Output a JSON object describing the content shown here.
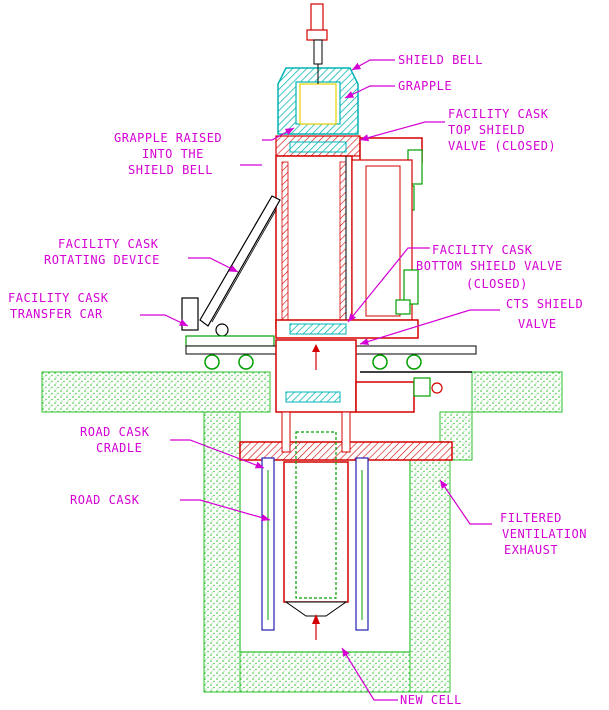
{
  "colors": {
    "label": "#d400d4",
    "structure": "#d40000",
    "green": "#00a000",
    "cyan": "#00b4b4",
    "concrete": "#2ec02e",
    "dark": "#000000",
    "yellow": "#e8d200",
    "blue": "#2020b0"
  },
  "labels": {
    "shield_bell": "SHIELD BELL",
    "grapple": "GRAPPLE",
    "top_valve_1": "FACILITY CASK",
    "top_valve_2": "TOP SHIELD",
    "top_valve_3": "VALVE (CLOSED)",
    "grapple_raised_1": "GRAPPLE RAISED",
    "grapple_raised_2": "INTO THE",
    "grapple_raised_3": "SHIELD BELL",
    "rotating_1": "FACILITY CASK",
    "rotating_2": "ROTATING DEVICE",
    "bottom_valve_1": "FACILITY CASK",
    "bottom_valve_2": "BOTTOM SHIELD VALVE",
    "bottom_valve_3": "(CLOSED)",
    "transfer_car_1": "FACILITY CASK",
    "transfer_car_2": "TRANSFER CAR",
    "cts_valve_1": "CTS SHIELD",
    "cts_valve_2": "VALVE",
    "road_cradle_1": "ROAD CASK",
    "road_cradle_2": "CRADLE",
    "road_cask": "ROAD CASK",
    "filtered_1": "FILTERED",
    "filtered_2": "VENTILATION",
    "filtered_3": "EXHAUST",
    "new_cell": "NEW CELL"
  }
}
